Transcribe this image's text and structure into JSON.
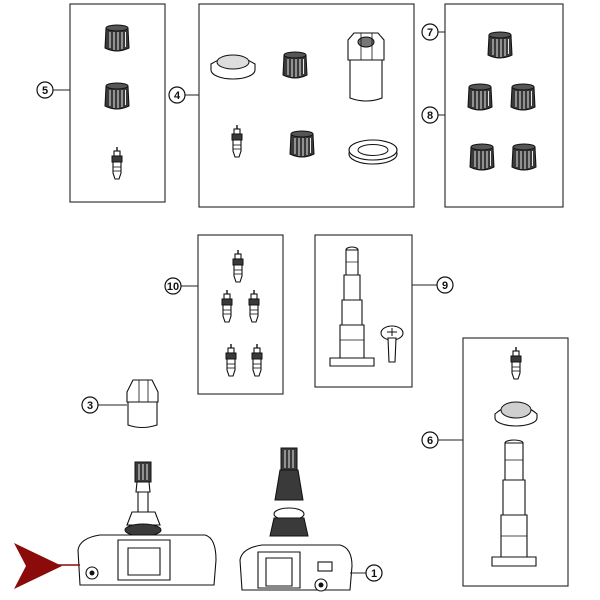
{
  "callouts": {
    "c1": "1",
    "c3": "3",
    "c4": "4",
    "c5": "5",
    "c6": "6",
    "c7": "7",
    "c8": "8",
    "c9": "9",
    "c10": "10"
  },
  "colors": {
    "line": "#111111",
    "cap_fill": "#3a3a3a",
    "pointer": "#8b0a0a"
  },
  "icons": {
    "pointer": "arrow-pointer-icon"
  }
}
